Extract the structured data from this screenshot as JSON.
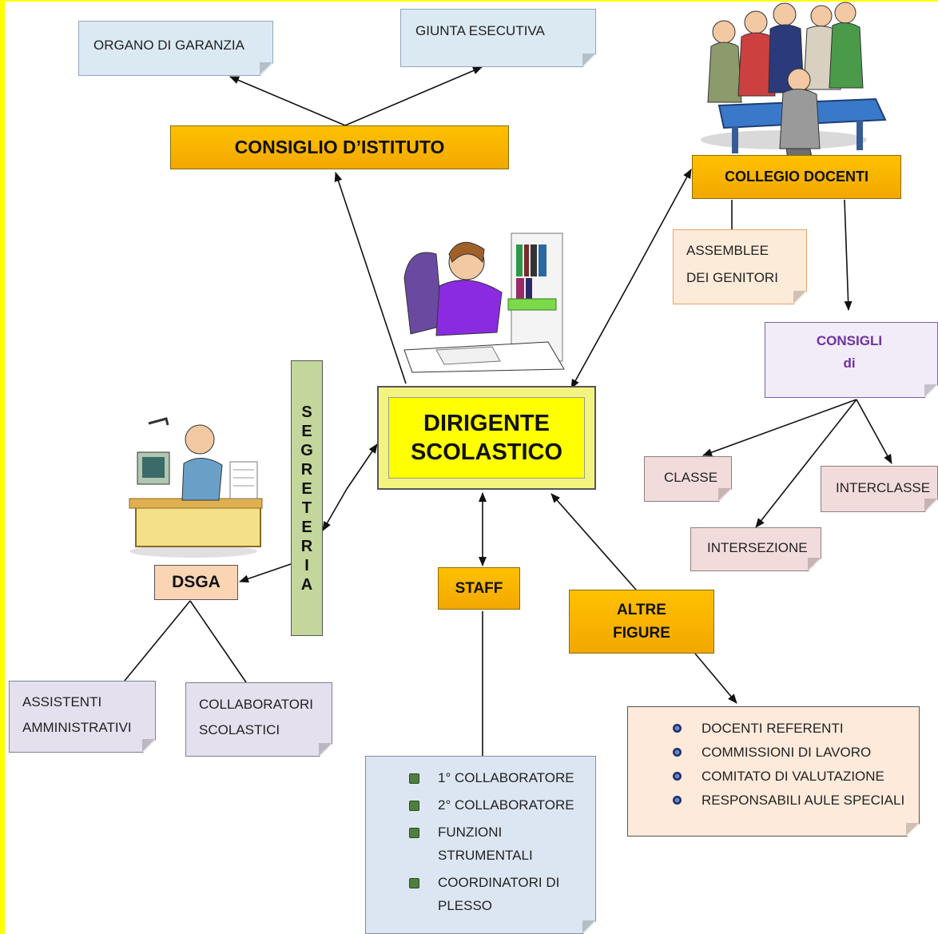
{
  "nodes": {
    "organo_garanzia": "ORGANO DI GARANZIA",
    "giunta_esecutiva": "GIUNTA ESECUTIVA",
    "consiglio_istituto": "CONSIGLIO D’ISTITUTO",
    "collegio_docenti": "COLLEGIO DOCENTI",
    "assemblee_line1": "ASSEMBLEE",
    "assemblee_line2": "DEI GENITORI",
    "consigli_line1": "CONSIGLI",
    "consigli_line2": "di",
    "classe": "CLASSE",
    "interclasse": "INTERCLASSE",
    "intersezione": "INTERSEZIONE",
    "dirigente_line1": "DIRIGENTE",
    "dirigente_line2": "SCOLASTICO",
    "segreteria": [
      "S",
      "E",
      "G",
      "R",
      "E",
      "T",
      "E",
      "R",
      "I",
      "A"
    ],
    "dsga": "DSGA",
    "staff": "STAFF",
    "altre_line1": "ALTRE",
    "altre_line2": "FIGURE",
    "assistenti_line1": "ASSISTENTI",
    "assistenti_line2": "AMMINISTRATIVI",
    "collaboratori_line1": "COLLABORATORI",
    "collaboratori_line2": "SCOLASTICI"
  },
  "staff_list": [
    "1° COLLABORATORE",
    "2° COLLABORATORE",
    "FUNZIONI STRUMENTALI",
    "COORDINATORI DI PLESSO"
  ],
  "altre_list": [
    "DOCENTI REFERENTI",
    "COMMISSIONI DI LAVORO",
    "COMITATO DI VALUTAZIONE",
    "RESPONSABILI AULE SPECIALI"
  ],
  "colors": {
    "orange": "#ffc000",
    "yellow": "#ffff00",
    "green": "#c3d69b",
    "frame": "#ffff00"
  },
  "pictures": [
    "meeting-clipart",
    "principal-clipart",
    "secretary-clipart"
  ]
}
